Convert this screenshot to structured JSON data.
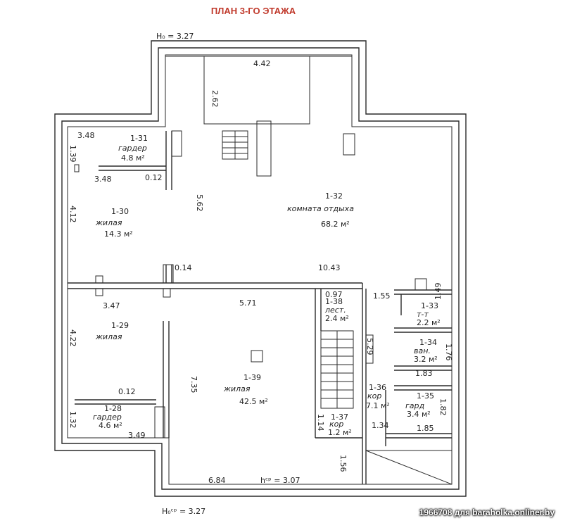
{
  "title": "ПЛАН 3-ГО ЭТАЖА",
  "watermark": "1966708 для baraholka.onliner.by",
  "top_height_label": "H₀ = 3.27",
  "bottom_height_label": "H₀ᶜᵖ = 3.27",
  "avg_height_label": "hᶜᵖ = 3.07",
  "rooms": {
    "r31": {
      "num": "1-31",
      "name": "гардер",
      "area": "4.8 м²"
    },
    "r30": {
      "num": "1-30",
      "name": "жилая",
      "area": "14.3 м²"
    },
    "r32": {
      "num": "1-32",
      "name": "комната отдыха",
      "area": "68.2 м²"
    },
    "r29": {
      "num": "1-29",
      "name": "жилая"
    },
    "r28": {
      "num": "1-28",
      "name": "гардер",
      "area": "4.6 м²"
    },
    "r39": {
      "num": "1-39",
      "name": "жилая",
      "area": "42.5 м²"
    },
    "r38": {
      "num": "1-38",
      "name": "лест.",
      "area": "2.4 м²"
    },
    "r33": {
      "num": "1-33",
      "name": "т-т",
      "area": "2.2 м²"
    },
    "r34": {
      "num": "1-34",
      "name": "ван.",
      "area": "3.2 м²"
    },
    "r36": {
      "num": "1-36",
      "name": "кор",
      "area": "7.1 м²"
    },
    "r35": {
      "num": "1-35",
      "name": "гард",
      "area": "3.4 м²"
    },
    "r37": {
      "num": "1-37",
      "name": "кор",
      "area": "1.2 м²"
    }
  },
  "dims": {
    "d442": "4.42",
    "d262": "2.62",
    "d348a": "3.48",
    "d139": "1.39",
    "d348b": "3.48",
    "d012a": "0.12",
    "d562": "5.62",
    "d412": "4.12",
    "d014": "0.14",
    "d1043": "10.43",
    "d347": "3.47",
    "d571": "5.71",
    "d097": "0.97",
    "d155": "1.55",
    "d149": "1.49",
    "d422": "4.22",
    "d529": "5.29",
    "d176": "1.76",
    "d183": "1.83",
    "d735": "7.35",
    "d012b": "0.12",
    "d182": "1.82",
    "d132": "1.32",
    "d349": "3.49",
    "d114": "1.14",
    "d134": "1.34",
    "d185": "1.85",
    "d156": "1.56",
    "d684": "6.84"
  }
}
